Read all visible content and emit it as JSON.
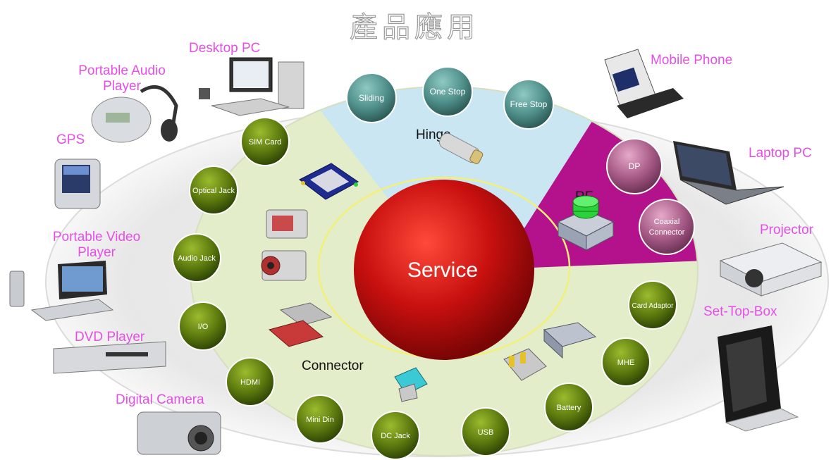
{
  "header_title": "產品應用",
  "center_label": "Service",
  "sectors": {
    "hinge": {
      "label": "Hinge",
      "items": [
        "Sliding",
        "One Stop",
        "Free Stop"
      ]
    },
    "rf": {
      "label": "RF",
      "items": [
        "DP",
        "Coaxial Connector"
      ]
    },
    "connector": {
      "label": "Connector",
      "items": [
        "SIM Card",
        "Optical Jack",
        "Audio Jack",
        "I/O",
        "HDMI",
        "Mini Din",
        "DC Jack",
        "USB",
        "Battery",
        "MHE",
        "Card Adaptor"
      ]
    }
  },
  "devices": {
    "desktop_pc": "Desktop PC",
    "portable_audio": "Portable Audio Player",
    "gps": "GPS",
    "portable_video": "Portable Video Player",
    "dvd_player": "DVD Player",
    "digital_camera": "Digital Camera",
    "mobile_phone": "Mobile Phone",
    "laptop_pc": "Laptop PC",
    "projector": "Projector",
    "set_top_box": "Set-Top-Box"
  },
  "colors": {
    "device_label": "#e64fe6",
    "hinge_sector": "#c9e6f2",
    "rf_sector": "#b3128c",
    "connector_sector": "#e3edc9",
    "service_ball": "#c8100f",
    "connector_node": "#5c7a0e",
    "hinge_node": "#4f8f8a",
    "rf_node": "#a65a86"
  }
}
